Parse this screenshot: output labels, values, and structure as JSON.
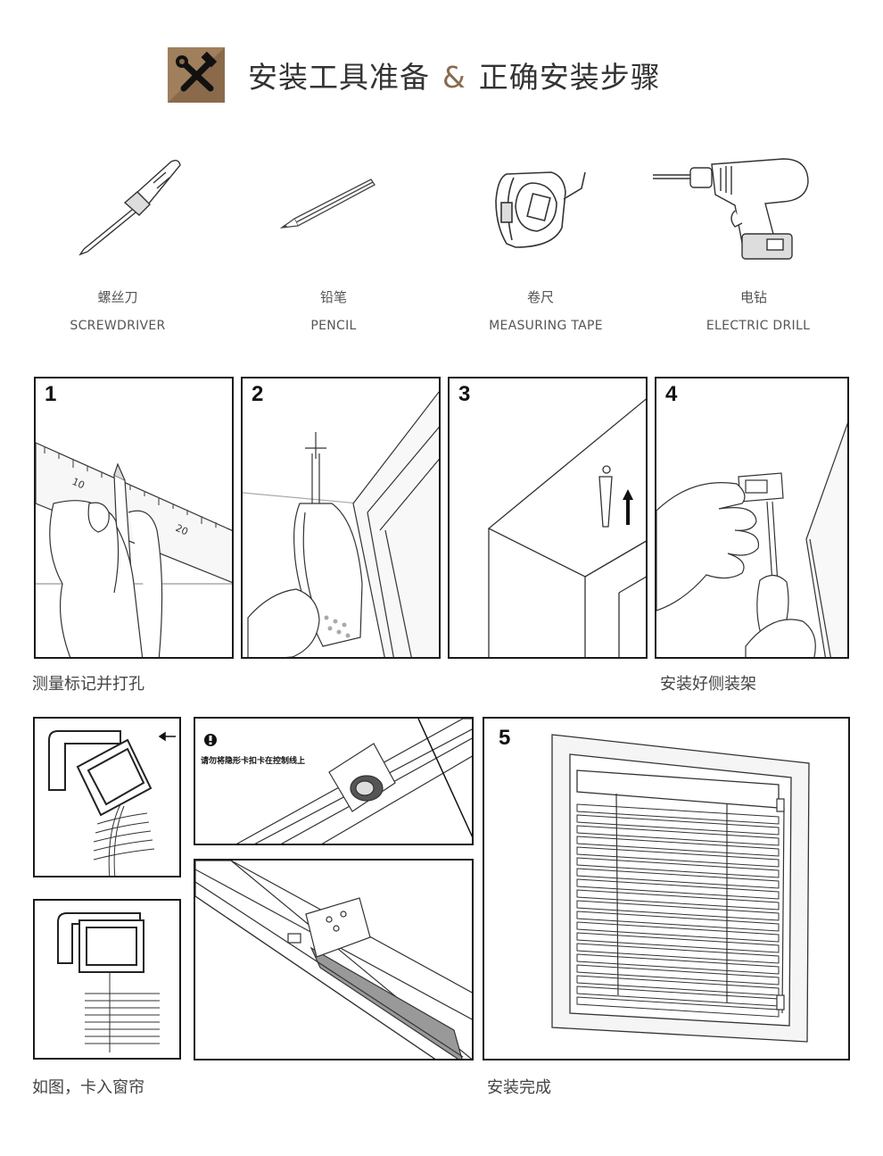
{
  "header": {
    "title_left": "安装工具准备",
    "title_amp": "&",
    "title_right": "正确安装步骤",
    "icon": "tools-icon",
    "icon_color": "#8a6a4a"
  },
  "tools": [
    {
      "cn": "螺丝刀",
      "en": "SCREWDRIVER",
      "icon": "screwdriver-icon"
    },
    {
      "cn": "铅笔",
      "en": "PENCIL",
      "icon": "pencil-icon"
    },
    {
      "cn": "卷尺",
      "en": "MEASURING TAPE",
      "icon": "tape-measure-icon"
    },
    {
      "cn": "电钻",
      "en": "ELECTRIC DRILL",
      "icon": "drill-icon"
    }
  ],
  "steps": [
    {
      "number": "1",
      "ruler_labels": [
        "10",
        "20"
      ]
    },
    {
      "number": "2"
    },
    {
      "number": "3"
    },
    {
      "number": "4"
    },
    {
      "number": "5"
    }
  ],
  "captions": {
    "row1_left": "测量标记并打孔",
    "row1_right": "安装好侧装架",
    "row2_left": "如图，卡入窗帘",
    "row2_right": "安装完成"
  },
  "warning": {
    "icon": "warning-icon",
    "text": "请勿将隐形卡扣卡在控制线上"
  }
}
